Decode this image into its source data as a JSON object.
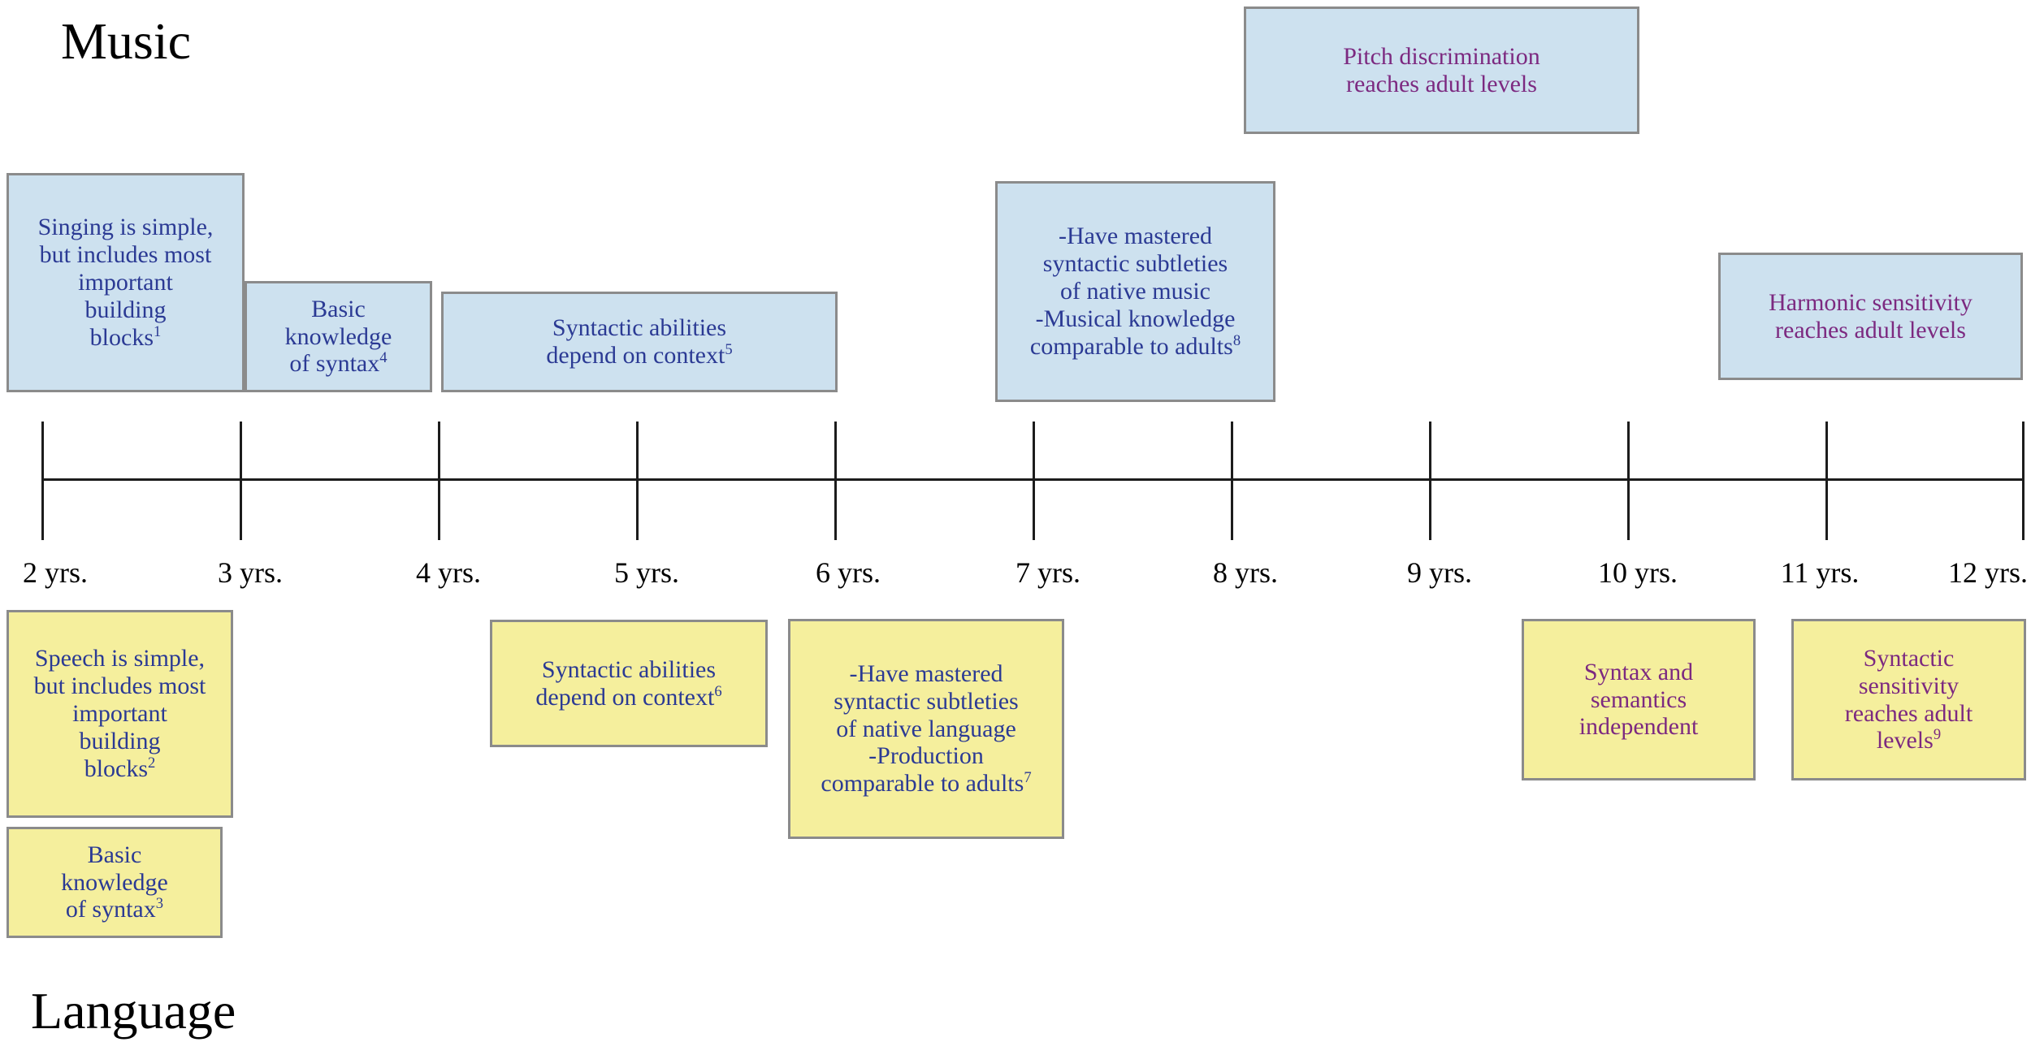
{
  "titles": {
    "music": "Music",
    "language": "Language"
  },
  "timeline": {
    "labels": [
      "2 yrs.",
      "3 yrs.",
      "4 yrs.",
      "5 yrs.",
      "6 yrs.",
      "7 yrs.",
      "8 yrs.",
      "9 yrs.",
      "10 yrs.",
      "11 yrs.",
      "12 yrs."
    ]
  },
  "music_boxes": {
    "singing": {
      "text": "Singing is simple,\nbut includes most\nimportant\nbuilding\nblocks",
      "sup": "1"
    },
    "basic_syntax": {
      "text": "Basic\nknowledge\nof syntax",
      "sup": "4"
    },
    "syntactic_context": {
      "text": "Syntactic abilities\ndepend on context",
      "sup": "5"
    },
    "mastered": {
      "text": "-Have mastered\nsyntactic subtleties\nof native music\n-Musical knowledge\ncomparable to adults",
      "sup": "8"
    },
    "pitch": {
      "text": "Pitch discrimination\nreaches adult levels"
    },
    "harmonic": {
      "text": "Harmonic sensitivity\nreaches adult levels"
    }
  },
  "language_boxes": {
    "speech": {
      "text": "Speech is simple,\nbut includes most\nimportant\nbuilding\nblocks",
      "sup": "2"
    },
    "basic_syntax": {
      "text": "Basic\nknowledge\nof syntax",
      "sup": "3"
    },
    "syntactic_context": {
      "text": "Syntactic abilities\ndepend on context",
      "sup": "6"
    },
    "mastered": {
      "text": "-Have mastered\nsyntactic subtleties\nof native language\n-Production\ncomparable to adults",
      "sup": "7"
    },
    "syntax_semantics": {
      "text": "Syntax and\nsemantics\nindependent"
    },
    "syntactic_sensitivity": {
      "text": "Syntactic\nsensitivity\nreaches adult\nlevels",
      "sup": "9"
    }
  },
  "colors": {
    "music_box_fill": "#cde1ef",
    "language_box_fill": "#f5ef9d",
    "box_border": "#8b8b8b",
    "navy_text": "#2b3a94",
    "purple_text": "#7c2980",
    "axis": "#1c1c1c"
  }
}
